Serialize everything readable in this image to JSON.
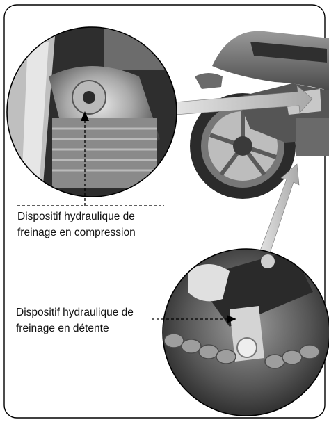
{
  "labels": {
    "compression": {
      "line1": "Dispositif hydraulique de",
      "line2": "freinage en compression"
    },
    "rebound": {
      "line1": "Dispositif hydraulique de",
      "line2": "freinage en détente"
    }
  },
  "colors": {
    "frame": "#000000",
    "photo_dark": "#3a3a3a",
    "photo_mid": "#8a8a8a",
    "arrow_fill": "#c9c9c9"
  }
}
